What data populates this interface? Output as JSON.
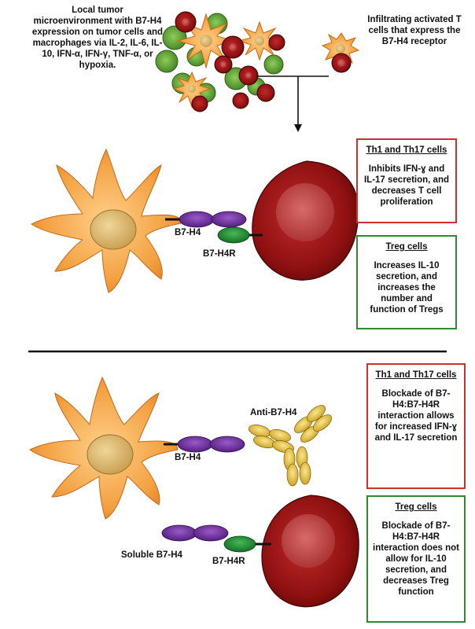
{
  "top": {
    "left_caption": "Local tumor microenvironment with B7-H4 expression on tumor cells and macrophages via IL-2, IL-6, IL-10, IFN-α, IFN-γ, TNF-α, or hypoxia.",
    "right_caption": "Infiltrating activated T cells that express the B7-H4 receptor"
  },
  "panel1": {
    "ligand_label": "B7-H4",
    "receptor_label": "B7-H4R",
    "box_th": {
      "title": "Th1 and Th17 cells",
      "body": "Inhibits IFN-ɣ and IL-17 secretion, and decreases T cell proliferation"
    },
    "box_treg": {
      "title": "Treg cells",
      "body": "Increases IL-10 secretion, and increases the number and function of Tregs"
    }
  },
  "panel2": {
    "ligand_label": "B7-H4",
    "antibody_label": "Anti-B7-H4",
    "soluble_label": "Soluble B7-H4",
    "receptor_label": "B7-H4R",
    "box_th": {
      "title": "Th1 and Th17 cells",
      "body": "Blockade of B7-H4:B7-H4R interaction allows for increased IFN-ɣ and IL-17 secretion"
    },
    "box_treg": {
      "title": "Treg cells",
      "body": "Blockade of B7-H4:B7-H4R interaction does not allow for IL-10 secretion, and decreases Treg function"
    }
  },
  "colors": {
    "macrophage": "#f3a040",
    "macrophage_nucleus": "#d8b46a",
    "tcell": "#9e1414",
    "tumor_green": "#4f9a2a",
    "b7h4": "#6a2a9a",
    "b7h4r": "#1f8a2f",
    "antibody": "#e8c43a",
    "red_border": "#c8322c",
    "green_border": "#2f8a2f"
  }
}
